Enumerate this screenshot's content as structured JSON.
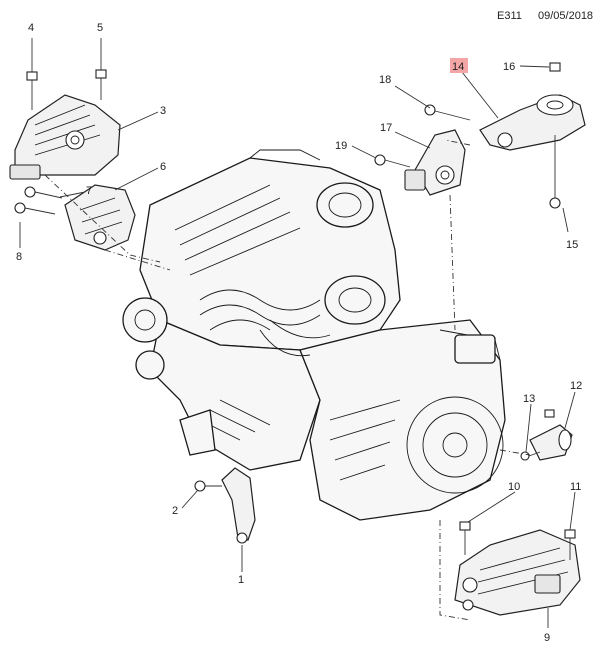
{
  "header": {
    "code": "E311",
    "date": "09/05/2018"
  },
  "callouts": [
    {
      "id": "4",
      "label": "4",
      "highlight": false
    },
    {
      "id": "5",
      "label": "5",
      "highlight": false
    },
    {
      "id": "3",
      "label": "3",
      "highlight": false
    },
    {
      "id": "6",
      "label": "6",
      "highlight": false
    },
    {
      "id": "7",
      "label": "7",
      "highlight": false
    },
    {
      "id": "8",
      "label": "8",
      "highlight": false
    },
    {
      "id": "18",
      "label": "18",
      "highlight": false
    },
    {
      "id": "14",
      "label": "14",
      "highlight": true,
      "highlight_color": "#f4a6a6"
    },
    {
      "id": "16",
      "label": "16",
      "highlight": false
    },
    {
      "id": "17",
      "label": "17",
      "highlight": false
    },
    {
      "id": "19",
      "label": "19",
      "highlight": false
    },
    {
      "id": "15",
      "label": "15",
      "highlight": false
    },
    {
      "id": "13",
      "label": "13",
      "highlight": false
    },
    {
      "id": "12",
      "label": "12",
      "highlight": false
    },
    {
      "id": "10",
      "label": "10",
      "highlight": false
    },
    {
      "id": "11",
      "label": "11",
      "highlight": false
    },
    {
      "id": "2",
      "label": "2",
      "highlight": false
    },
    {
      "id": "1",
      "label": "1",
      "highlight": false
    },
    {
      "id": "9",
      "label": "9",
      "highlight": false
    }
  ]
}
